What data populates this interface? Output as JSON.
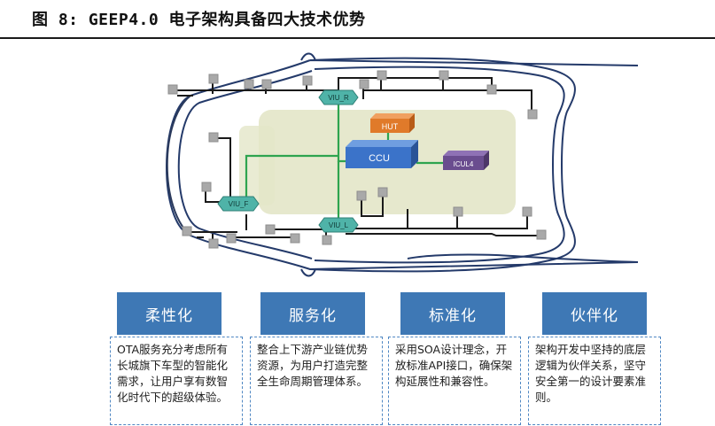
{
  "figure": {
    "title": "图 8: GEEP4.0 电子架构具备四大技术优势"
  },
  "diagram": {
    "nodes": {
      "viu_r": "VIU_R",
      "viu_f": "VIU_F",
      "viu_l": "VIU_L",
      "hut": "HUT",
      "ccu": "CCU",
      "icul4": "ICUL4"
    }
  },
  "advantages": [
    {
      "title": "柔性化",
      "desc": "OTA服务充分考虑所有长城旗下车型的智能化需求，让用户享有数智化时代下的超级体验。"
    },
    {
      "title": "服务化",
      "desc": "整合上下游产业链优势资源，为用户打造完整全生命周期管理体系。"
    },
    {
      "title": "标准化",
      "desc": "采用SOA设计理念，开放标准API接口，确保架构延展性和兼容性。"
    },
    {
      "title": "伙伴化",
      "desc": "架构开发中坚持的底层逻辑为伙伴关系，坚守安全第一的设计要素准则。"
    }
  ],
  "colors": {
    "card_title_bg": "#3e78b5",
    "card_border": "#4f87c3",
    "ccu": "#3b73c9",
    "hut": "#e07a2a",
    "icul4": "#6a4d8f",
    "viu": "#4fb3a8",
    "link_green": "#2ea44f",
    "link_black": "#1a1a1a",
    "ecu_gray": "#a9a9a9",
    "zone_fill": "#e3e6c8"
  }
}
